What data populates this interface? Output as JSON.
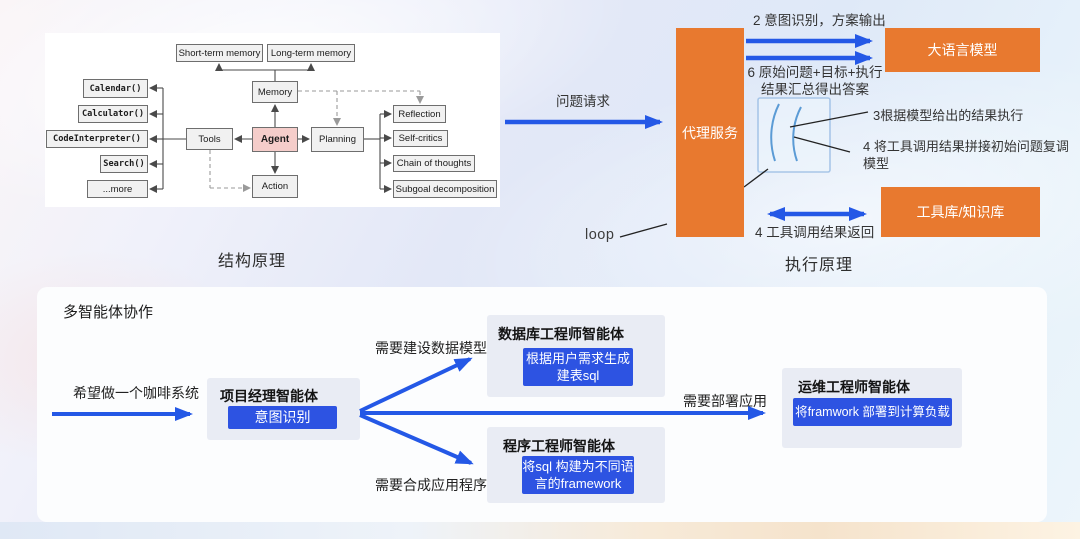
{
  "palette": {
    "orange": "#E8792F",
    "button_blue": "#2D53E2",
    "arrow_blue": "#2458E6",
    "agent_pink": "#F5CDCA"
  },
  "structure": {
    "caption": "结构原理",
    "nodes": {
      "short_term": "Short-term memory",
      "long_term": "Long-term memory",
      "memory": "Memory",
      "calendar": "Calendar()",
      "calculator": "Calculator()",
      "code_interpreter": "CodeInterpreter()",
      "search": "Search()",
      "more": "...more",
      "tools": "Tools",
      "agent": "Agent",
      "planning": "Planning",
      "action": "Action",
      "reflection": "Reflection",
      "self_critics": "Self-critics",
      "chain_of_thoughts": "Chain of thoughts",
      "subgoal": "Subgoal decomposition"
    }
  },
  "execution": {
    "caption": "执行原理",
    "agent_service": "代理服务",
    "llm": "大语言模型",
    "tool_kb": "工具库/知识库",
    "request": "问题请求",
    "loop": "loop",
    "step2": "2 意图识别，方案输出",
    "step6": [
      "6 原始问题+目标+执行",
      "结果汇总得出答案"
    ],
    "step3": "3根据模型给出的结果执行",
    "step4_join": [
      "4 将工具调用结果拼接初始问题复调",
      "模型"
    ],
    "step4_return": "4 工具调用结果返回"
  },
  "multi_agent": {
    "title": "多智能体协作",
    "request": "希望做一个咖啡系统",
    "edges": {
      "db": "需要建设数据模型",
      "dev": "需要合成应用程序",
      "ops": "需要部署应用"
    },
    "pm": {
      "title": "项目经理智能体",
      "action": [
        "意图识别"
      ]
    },
    "db": {
      "title": "数据库工程师智能体",
      "action": [
        "根据用户需求生成",
        "建表sql"
      ]
    },
    "dev": {
      "title": "程序工程师智能体",
      "action": [
        "将sql 构建为不同语",
        "言的framework"
      ]
    },
    "ops": {
      "title": "运维工程师智能体",
      "action": [
        "将framwork 部署到计算负载"
      ]
    }
  }
}
